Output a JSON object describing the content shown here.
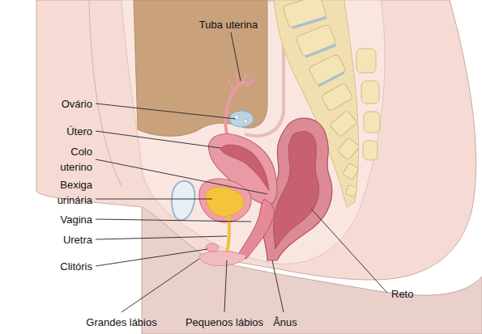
{
  "diagram": {
    "labels": [
      "Tuba uterina",
      "Ovário",
      "Útero",
      "Colo uterino",
      "Bexiga urinária",
      "Vagina",
      "Uretra",
      "Clitóris",
      "Grandes lábios",
      "Pequenos lábios",
      "Ânus",
      "Reto"
    ]
  }
}
